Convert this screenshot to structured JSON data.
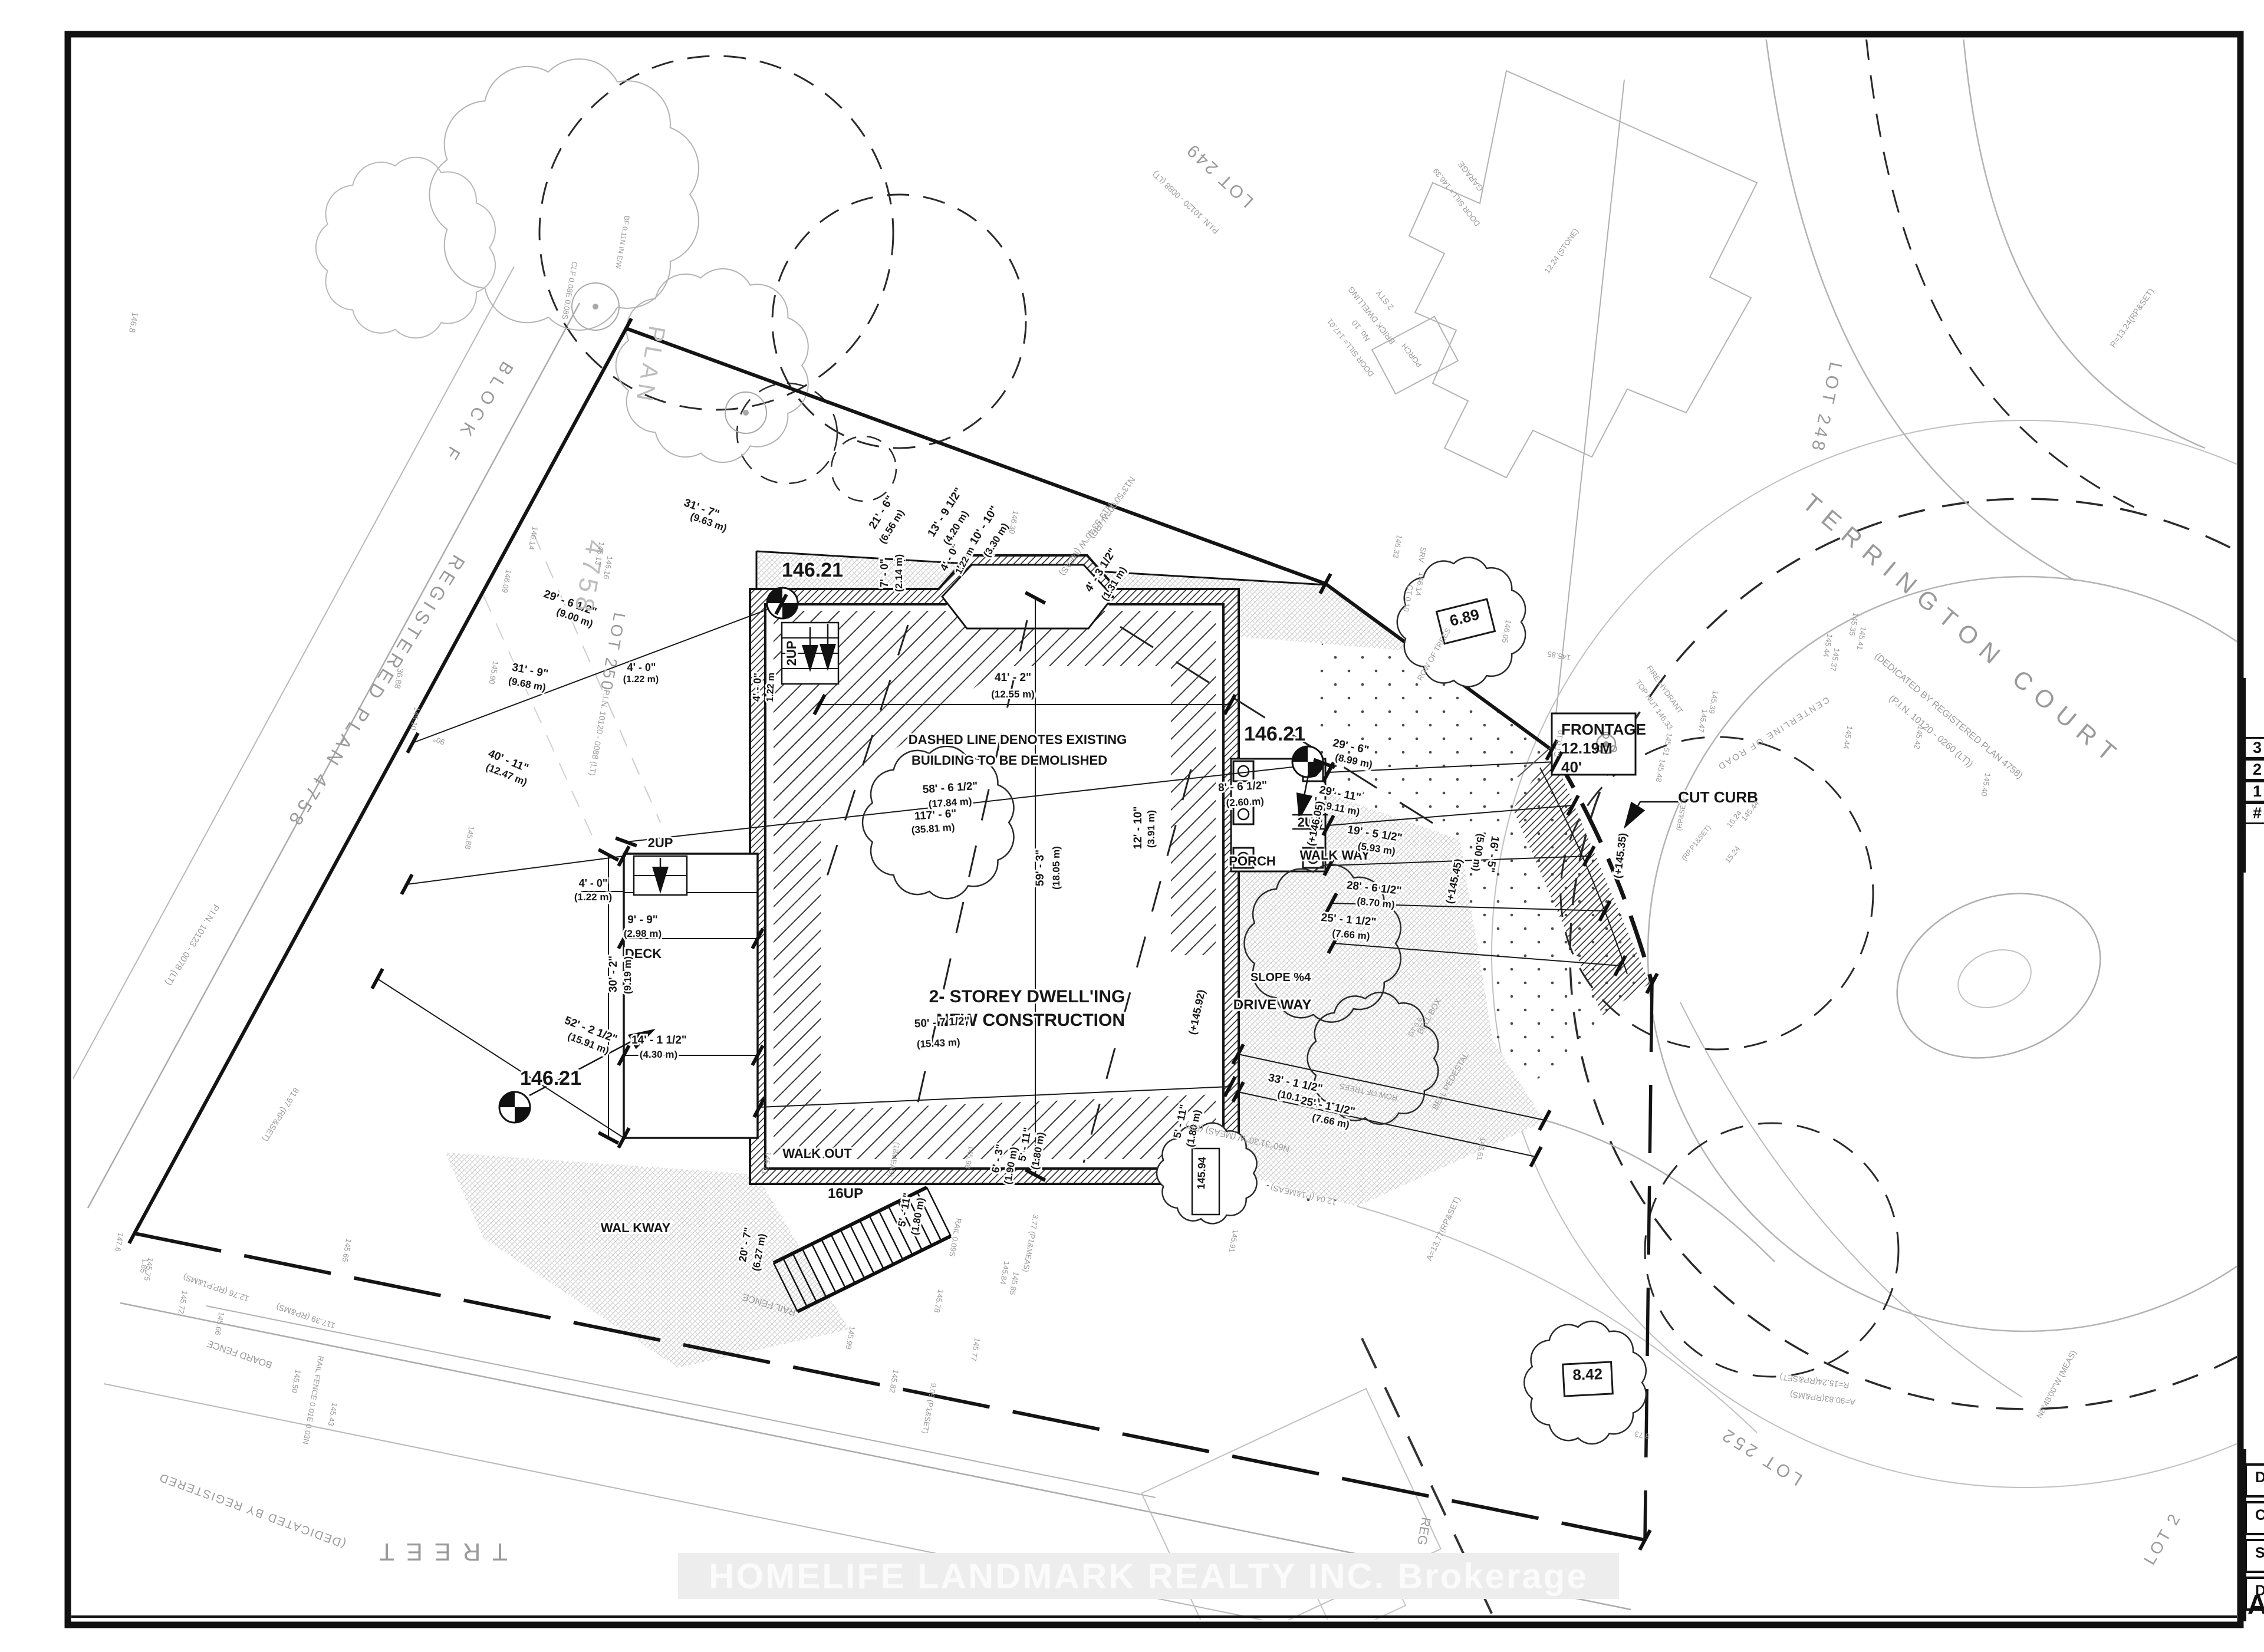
{
  "page": {
    "watermark": "HOMELIFE LANDMARK REALTY INC.  Brokerage"
  },
  "revision_table": {
    "rows": [
      "3",
      "2",
      "1",
      "#"
    ]
  },
  "title_block": {
    "cells": [
      "D",
      "C",
      "S",
      "D"
    ],
    "corner_letter": "A"
  },
  "frontage_box": {
    "lines": [
      "FRONTAGE",
      "12.19M",
      "40'"
    ]
  },
  "boxed_values": {
    "tree_tag_1": "6.89",
    "tree_tag_2": "8.42",
    "elevation_tag": "145.94"
  },
  "labels": [
    [
      "146.21",
      1378,
      978,
      0,
      34,
      "b"
    ],
    [
      "146.21",
      2162,
      1256,
      0,
      34,
      "b"
    ],
    [
      "146.21",
      934,
      1840,
      0,
      34,
      "b"
    ],
    [
      "2- STOREY DWELL'ING",
      1742,
      1700,
      0,
      30,
      "b"
    ],
    [
      "NEW CONSTRUCTION",
      1748,
      1740,
      0,
      30,
      "b"
    ],
    [
      "DASHED LINE DENOTES EXISTING",
      1726,
      1262,
      0,
      22,
      "b"
    ],
    [
      "BUILDING TO BE DEMOLISHED",
      1712,
      1297,
      0,
      22,
      "b"
    ],
    [
      "PORCH",
      2124,
      1468,
      0,
      22,
      "b"
    ],
    [
      "WALK WAY",
      2264,
      1458,
      0,
      22,
      "b"
    ],
    [
      "WALK OUT",
      1386,
      1964,
      0,
      22,
      "b"
    ],
    [
      "WAL KWAY",
      1078,
      2090,
      0,
      22,
      "b"
    ],
    [
      "DECK",
      1091,
      1625,
      0,
      22,
      "b"
    ],
    [
      "DRIVE WAY",
      2158,
      1712,
      0,
      24,
      "b"
    ],
    [
      "SLOPE %4",
      2172,
      1664,
      0,
      20,
      "b"
    ],
    [
      "CUT CURB",
      2914,
      1361,
      0,
      26,
      "b"
    ],
    [
      "16UP",
      1434,
      2032,
      0,
      24,
      "b"
    ],
    [
      "2UP",
      1350,
      1108,
      -90,
      22,
      "b"
    ],
    [
      "2UP",
      1120,
      1437,
      0,
      22,
      "b"
    ],
    [
      "2UP",
      2222,
      1402,
      0,
      22,
      "b"
    ],
    [
      "41' - 2\"",
      1718,
      1155,
      0,
      19,
      "b"
    ],
    [
      "(12.55 m)",
      1718,
      1183,
      0,
      17,
      "b"
    ],
    [
      "58' - 6 1/2\"",
      1612,
      1342,
      -4,
      19,
      "b"
    ],
    [
      "(17.84 m)",
      1612,
      1367,
      -4,
      17,
      "b"
    ],
    [
      "117' - 6\"",
      1587,
      1388,
      -4,
      19,
      "b"
    ],
    [
      "(35.81 m)",
      1583,
      1411,
      -4,
      17,
      "b"
    ],
    [
      "59' - 3\"",
      1770,
      1472,
      -90,
      19,
      "b"
    ],
    [
      "(18.05 m)",
      1797,
      1472,
      -90,
      17,
      "b"
    ],
    [
      "50' - 7 1/2\"",
      1598,
      1740,
      -3,
      19,
      "b"
    ],
    [
      "(15.43 m)",
      1592,
      1775,
      -3,
      17,
      "b"
    ],
    [
      "14' - 1 1/2\"",
      1118,
      1770,
      0,
      19,
      "b"
    ],
    [
      "(4.30 m)",
      1117,
      1794,
      0,
      17,
      "b"
    ],
    [
      "9' - 9\"",
      1090,
      1566,
      0,
      19,
      "b"
    ],
    [
      "(2.98 m)",
      1090,
      1589,
      0,
      17,
      "b"
    ],
    [
      "30' - 2\"",
      1046,
      1652,
      -90,
      19,
      "b"
    ],
    [
      "(9.19 m)",
      1070,
      1654,
      -90,
      17,
      "b"
    ],
    [
      "4' - 0\"",
      1006,
      1504,
      0,
      18,
      "b"
    ],
    [
      "(1.22 m)",
      1006,
      1527,
      0,
      17,
      "b"
    ],
    [
      "4' - 0\"",
      1088,
      1138,
      0,
      18,
      "b"
    ],
    [
      "(1.22 m)",
      1087,
      1157,
      0,
      16,
      "b"
    ],
    [
      "4' - 0\"",
      1290,
      1166,
      -87,
      18,
      "b"
    ],
    [
      "1.22 m",
      1312,
      1166,
      -87,
      16,
      "b"
    ],
    [
      "4' - 0\"",
      1616,
      948,
      -62,
      18,
      "b"
    ],
    [
      "1.22 m",
      1641,
      953,
      -62,
      16,
      "b"
    ],
    [
      "7' - 0\"",
      1506,
      972,
      -90,
      18,
      "b"
    ],
    [
      "(2.14 m)",
      1530,
      972,
      -90,
      17,
      "b"
    ],
    [
      "21' - 6\"",
      1500,
      872,
      -58,
      19,
      "b"
    ],
    [
      "(6.56 m)",
      1517,
      896,
      -58,
      17,
      "b"
    ],
    [
      "13' - 9 1/2\"",
      1608,
      872,
      -58,
      19,
      "b"
    ],
    [
      "(4.20 m)",
      1626,
      898,
      -58,
      17,
      "b"
    ],
    [
      "10' - 10\"",
      1674,
      894,
      -58,
      19,
      "b"
    ],
    [
      "(3.30 m)",
      1694,
      919,
      -58,
      17,
      "b"
    ],
    [
      "4' - 3 1/2\"",
      1872,
      970,
      -58,
      19,
      "b"
    ],
    [
      "(1.31 m)",
      1894,
      993,
      -58,
      17,
      "b"
    ],
    [
      "31' - 7\"",
      1188,
      868,
      20,
      19,
      "b"
    ],
    [
      "(9.63 m)",
      1200,
      891,
      20,
      17,
      "b"
    ],
    [
      "29' - 6 1/2\"",
      965,
      1028,
      20,
      19,
      "b"
    ],
    [
      "(9.00 m)",
      973,
      1053,
      20,
      17,
      "b"
    ],
    [
      "31' - 9\"",
      898,
      1143,
      11,
      19,
      "b"
    ],
    [
      "(9.68 m)",
      893,
      1166,
      11,
      17,
      "b"
    ],
    [
      "40' - 11\"",
      860,
      1296,
      22,
      19,
      "b"
    ],
    [
      "(12.47 m)",
      857,
      1319,
      22,
      17,
      "b"
    ],
    [
      "52' - 2 1/2\"",
      1000,
      1752,
      21,
      19,
      "b"
    ],
    [
      "(15.91 m)",
      996,
      1775,
      21,
      17,
      "b"
    ],
    [
      "29' - 6\"",
      2290,
      1272,
      12,
      19,
      "b"
    ],
    [
      "(8.99 m)",
      2295,
      1296,
      12,
      17,
      "b"
    ],
    [
      "29' - 11\"",
      2272,
      1352,
      11,
      19,
      "b"
    ],
    [
      "(9.11 m)",
      2274,
      1377,
      11,
      17,
      "b"
    ],
    [
      "19' - 5 1/2\"",
      2331,
      1420,
      9,
      19,
      "b"
    ],
    [
      "(5.93 m)",
      2334,
      1445,
      9,
      17,
      "b"
    ],
    [
      "28' - 6 1/2\"",
      2330,
      1512,
      6,
      19,
      "b"
    ],
    [
      "(8.70 m)",
      2333,
      1537,
      6,
      17,
      "b"
    ],
    [
      "25' - 1 1/2\"",
      2287,
      1566,
      5,
      19,
      "b"
    ],
    [
      "(7.66 m)",
      2291,
      1591,
      5,
      17,
      "b"
    ],
    [
      "16' - 5\"",
      2526,
      1448,
      98,
      19,
      "b"
    ],
    [
      "(5.00 m)",
      2502,
      1445,
      98,
      17,
      "b"
    ],
    [
      "(+146.05)",
      2237,
      1398,
      -78,
      18,
      "b"
    ],
    [
      "(+145.45)",
      2472,
      1496,
      -78,
      18,
      "b"
    ],
    [
      "(+145.35)",
      2754,
      1452,
      -83,
      18,
      "b"
    ],
    [
      "(+145.92)",
      2036,
      1718,
      -78,
      18,
      "b"
    ],
    [
      "33' - 1 1/2\"",
      2196,
      1843,
      12,
      19,
      "b"
    ],
    [
      "(10.15 m)",
      2202,
      1868,
      12,
      17,
      "b"
    ],
    [
      "25' - 1 1/2\"",
      2251,
      1882,
      12,
      19,
      "b"
    ],
    [
      "(7.66 m)",
      2256,
      1907,
      12,
      17,
      "b"
    ],
    [
      "8' - 6 1/2\"",
      2108,
      1340,
      -3,
      19,
      "b"
    ],
    [
      "(2.60 m)",
      2112,
      1366,
      -3,
      17,
      "b"
    ],
    [
      "12' - 10\"",
      1936,
      1404,
      -90,
      19,
      "b"
    ],
    [
      "(3.91 m)",
      1958,
      1406,
      -90,
      17,
      "b"
    ],
    [
      "5' - 11\"",
      1540,
      2053,
      -80,
      18,
      "b"
    ],
    [
      "(1.80 m)",
      1562,
      2064,
      -80,
      17,
      "b"
    ],
    [
      "5' - 11\"",
      1744,
      1942,
      -80,
      18,
      "b"
    ],
    [
      "(1.80 m)",
      1766,
      1953,
      -80,
      17,
      "b"
    ],
    [
      "5' - 11\"",
      2008,
      1903,
      -78,
      18,
      "b"
    ],
    [
      "(1.80 m)",
      2030,
      1915,
      -78,
      17,
      "b"
    ],
    [
      "6' - 3\"",
      1698,
      1966,
      -80,
      18,
      "b"
    ],
    [
      "(1.90 m)",
      1720,
      1978,
      -80,
      17,
      "b"
    ],
    [
      "20' - 7\"",
      1270,
      2112,
      -80,
      18,
      "b"
    ],
    [
      "(6.27 m)",
      1293,
      2125,
      -80,
      17,
      "b"
    ],
    [
      "145.94",
      2044,
      1990,
      -88,
      18,
      "b"
    ],
    [
      "6.89",
      2486,
      1056,
      -14,
      26,
      "b"
    ],
    [
      "8.42",
      2693,
      2340,
      -2,
      26,
      "b"
    ],
    [
      "TERRINGTON  COURT",
      3320,
      1080,
      40,
      42,
      "g",
      16
    ],
    [
      "(DEDICATED BY REGISTERED PLAN 4758)",
      3302,
      1218,
      40,
      16,
      "g"
    ],
    [
      "(P.I.N. 10120 - 0260 (LT))",
      3272,
      1244,
      40,
      16,
      "g"
    ],
    [
      "LOT  248",
      3088,
      690,
      102,
      30,
      "g",
      6
    ],
    [
      "LOT  249",
      2075,
      290,
      -137,
      30,
      "g",
      4
    ],
    [
      "P.I.N. 10120 - 0088 (LT)",
      2014,
      340,
      -137,
      14,
      "g"
    ],
    [
      "LOT  250",
      1030,
      1105,
      100,
      28,
      "g",
      4
    ],
    [
      "P.I.N. 10120 - 0088 (LT)",
      1012,
      1242,
      100,
      14,
      "g"
    ],
    [
      "4758",
      985,
      978,
      100,
      44,
      "l",
      8
    ],
    [
      "PLAN",
      1090,
      618,
      100,
      40,
      "l",
      8
    ],
    [
      "BLOCK  F",
      802,
      695,
      122,
      30,
      "g",
      10
    ],
    [
      "REGISTERED  PLAN  4758",
      628,
      1168,
      122,
      32,
      "g",
      8
    ],
    [
      "P.I.N. 10123 - 0078 (LT)",
      322,
      1600,
      122,
      15,
      "g"
    ],
    [
      "TREET",
      742,
      2618,
      180,
      42,
      "g",
      20
    ],
    [
      "(DEDICATED BY REGISTERED",
      430,
      2556,
      200,
      20,
      "g",
      2
    ],
    [
      "BOARD FENCE",
      408,
      2292,
      199,
      16,
      "g"
    ],
    [
      "RAIL FENCE",
      1306,
      2208,
      197,
      16,
      "g"
    ],
    [
      "RAIL FENCE 0.01E 0.03N",
      527,
      2374,
      100,
      13,
      "g"
    ],
    [
      "RAIL 0.09S",
      1616,
      2098,
      100,
      13,
      "g"
    ],
    [
      "12.76  (RP,P1&MS)",
      368,
      2180,
      199,
      14,
      "g"
    ],
    [
      "117.39  (RP&MS)",
      520,
      2228,
      199,
      14,
      "g"
    ],
    [
      "36.88",
      672,
      1150,
      100,
      14,
      "g"
    ],
    [
      "146.10",
      700,
      1218,
      100,
      13,
      "g"
    ],
    [
      "145.88",
      792,
      1420,
      100,
      13,
      "g"
    ],
    [
      "90°",
      746,
      1252,
      199,
      13,
      "g"
    ],
    [
      "81.97 (RP&SET)",
      472,
      1888,
      122,
      14,
      "g"
    ],
    [
      "146.8",
      222,
      546,
      100,
      14,
      "g"
    ],
    [
      "N13°53'40\"W  (MEAS)",
      1838,
      912,
      125,
      15,
      "g"
    ],
    [
      "N13°50'00\"W  (RP)",
      1882,
      858,
      125,
      15,
      "g"
    ],
    [
      "N60°31'30\"W  (MEAS)  (RP)",
      2100,
      1924,
      193,
      15,
      "g"
    ],
    [
      "12.04 (P1&MEAS)",
      2212,
      2022,
      193,
      14,
      "g"
    ],
    [
      "A=13.77(RP&SET)",
      2452,
      2086,
      -65,
      14,
      "g"
    ],
    [
      "R=15.24(RP&SET)",
      3078,
      2338,
      187,
      14,
      "g"
    ],
    [
      "A=90.83(RP&MS)",
      3092,
      2367,
      187,
      14,
      "g"
    ],
    [
      "N8°48'00\"W (MEAS)",
      3492,
      2350,
      -62,
      14,
      "g"
    ],
    [
      "R=13.24(RP&SET)",
      3620,
      542,
      -55,
      14,
      "g"
    ],
    [
      "LOT  252",
      2992,
      2462,
      -148,
      30,
      "g",
      6
    ],
    [
      "LOT 2",
      3676,
      2614,
      -60,
      28,
      "g",
      4
    ],
    [
      "REG",
      2408,
      2596,
      100,
      22,
      "g"
    ],
    [
      "GARAGE",
      2498,
      296,
      -128,
      14,
      "g"
    ],
    [
      "DOOR SILL= 146.39",
      2474,
      332,
      -128,
      13,
      "g"
    ],
    [
      "2 STY.",
      2352,
      505,
      -128,
      14,
      "g"
    ],
    [
      "BRICK DWELLING",
      2330,
      532,
      -128,
      14,
      "g"
    ],
    [
      "No. 10",
      2312,
      558,
      -128,
      14,
      "g"
    ],
    [
      "DOOR SILL= 147.01",
      2294,
      587,
      -128,
      13,
      "g"
    ],
    [
      "PORCH",
      2398,
      600,
      -128,
      13,
      "g"
    ],
    [
      "12.24 (STONE)",
      2652,
      428,
      -55,
      13,
      "g"
    ],
    [
      "FIRE HYDRANT",
      2820,
      1172,
      55,
      13,
      "g"
    ],
    [
      "TOP NUT 146.33",
      2802,
      1198,
      55,
      13,
      "g"
    ],
    [
      "145.51",
      2824,
      1262,
      100,
      13,
      "g"
    ],
    [
      "145.48",
      2812,
      1306,
      100,
      13,
      "g"
    ],
    [
      "145.39",
      2902,
      1190,
      100,
      13,
      "g"
    ],
    [
      "145.47",
      2884,
      1222,
      100,
      13,
      "g"
    ],
    [
      "CENTERLINE OF ROAD",
      3005,
      1240,
      148,
      15,
      "g",
      3
    ],
    [
      "15.24",
      2945,
      1392,
      -52,
      13,
      "g"
    ],
    [
      "15.24",
      2942,
      1452,
      -52,
      13,
      "g"
    ],
    [
      "145.44",
      2972,
      1378,
      -52,
      13,
      "g"
    ],
    [
      "(RP&SET)",
      2856,
      1382,
      -80,
      12,
      "g"
    ],
    [
      "(RP,P1&SET)",
      2880,
      1432,
      -52,
      12,
      "g"
    ],
    [
      "145.35",
      3140,
      1058,
      100,
      13,
      "g"
    ],
    [
      "145.41",
      3153,
      1082,
      100,
      13,
      "g"
    ],
    [
      "145.44",
      3096,
      1094,
      100,
      13,
      "g"
    ],
    [
      "145.37",
      3108,
      1118,
      100,
      13,
      "g"
    ],
    [
      "145.44",
      3130,
      1250,
      100,
      13,
      "g"
    ],
    [
      "145.42",
      3250,
      1250,
      100,
      13,
      "g"
    ],
    [
      "145.40",
      3364,
      1330,
      100,
      13,
      "g"
    ],
    [
      "146.33",
      2366,
      926,
      100,
      13,
      "g"
    ],
    [
      "SRV",
      2408,
      940,
      100,
      13,
      "g"
    ],
    [
      "146.14",
      2404,
      990,
      100,
      13,
      "g"
    ],
    [
      "CT 0.10",
      2384,
      1014,
      100,
      13,
      "g"
    ],
    [
      "CT 0.10",
      2648,
      1262,
      -80,
      13,
      "g"
    ],
    [
      "146.05",
      2551,
      1070,
      100,
      13,
      "g"
    ],
    [
      "145.85",
      2645,
      1108,
      190,
      13,
      "g"
    ],
    [
      "ROW OF TREES",
      2436,
      1112,
      -60,
      13,
      "g"
    ],
    [
      "ROW OF TREES",
      2322,
      1848,
      192,
      13,
      "g"
    ],
    [
      "BELL BOX",
      2428,
      1726,
      -60,
      14,
      "g"
    ],
    [
      "BELL PEDESTAL",
      2464,
      1836,
      -60,
      14,
      "g"
    ],
    [
      "DT 0.6",
      2404,
      1744,
      -60,
      12,
      "g"
    ],
    [
      "145.61",
      2508,
      1948,
      100,
      13,
      "g"
    ],
    [
      "145.71",
      1296,
      1972,
      100,
      13,
      "g"
    ],
    [
      "145.98",
      1640,
      1962,
      100,
      13,
      "g"
    ],
    [
      "145.84",
      1700,
      2158,
      100,
      13,
      "g"
    ],
    [
      "145.85",
      1716,
      2176,
      100,
      13,
      "g"
    ],
    [
      "145.78",
      1588,
      2206,
      100,
      13,
      "g"
    ],
    [
      "145.77",
      1650,
      2288,
      100,
      13,
      "g"
    ],
    [
      "145.99",
      1438,
      2268,
      100,
      13,
      "g"
    ],
    [
      "145.82",
      1512,
      2342,
      100,
      13,
      "g"
    ],
    [
      "9.09 (P1&SET)",
      1572,
      2388,
      100,
      13,
      "g"
    ],
    [
      "3.77 (P1&MEAS)",
      1744,
      2108,
      100,
      13,
      "g"
    ],
    [
      "(18MEAS)",
      1512,
      1966,
      100,
      13,
      "g"
    ],
    [
      "145.75",
      248,
      2152,
      100,
      13,
      "g"
    ],
    [
      "145.72",
      306,
      2208,
      100,
      13,
      "g"
    ],
    [
      "145.66",
      368,
      2244,
      100,
      13,
      "g"
    ],
    [
      "145.50",
      498,
      2342,
      100,
      13,
      "g"
    ],
    [
      "145.65",
      584,
      2120,
      100,
      13,
      "g"
    ],
    [
      "145.43",
      560,
      2398,
      100,
      13,
      "g"
    ],
    [
      "147.6",
      198,
      2106,
      100,
      13,
      "g"
    ],
    [
      "1.85",
      240,
      2146,
      100,
      13,
      "g"
    ],
    [
      "146.14",
      900,
      912,
      100,
      13,
      "g"
    ],
    [
      "146.13",
      1013,
      938,
      100,
      13,
      "g"
    ],
    [
      "146.16",
      1027,
      962,
      100,
      13,
      "g"
    ],
    [
      "146.09",
      855,
      985,
      100,
      13,
      "g"
    ],
    [
      "145.90",
      833,
      1140,
      100,
      13,
      "g"
    ],
    [
      "146.30",
      1715,
      885,
      100,
      13,
      "g"
    ],
    [
      "145.91",
      2088,
      2104,
      100,
      13,
      "g"
    ],
    [
      "8.73",
      2786,
      2430,
      190,
      13,
      "g"
    ],
    [
      "CLF 0.08E 0.08S",
      962,
      492,
      100,
      13,
      "g"
    ],
    [
      "BF 0.11N IN E/W",
      1052,
      410,
      100,
      12,
      "g"
    ]
  ]
}
